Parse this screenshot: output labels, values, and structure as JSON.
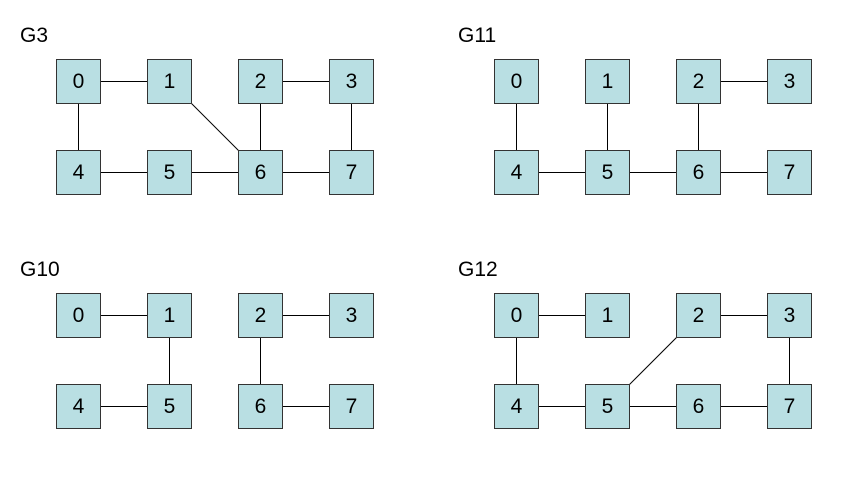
{
  "graphs": [
    {
      "title": "G3",
      "nodes": [
        "0",
        "1",
        "2",
        "3",
        "4",
        "5",
        "6",
        "7"
      ],
      "edges": [
        [
          0,
          1
        ],
        [
          2,
          3
        ],
        [
          0,
          4
        ],
        [
          1,
          6
        ],
        [
          2,
          6
        ],
        [
          3,
          7
        ],
        [
          4,
          5
        ],
        [
          5,
          6
        ],
        [
          6,
          7
        ]
      ]
    },
    {
      "title": "G11",
      "nodes": [
        "0",
        "1",
        "2",
        "3",
        "4",
        "5",
        "6",
        "7"
      ],
      "edges": [
        [
          2,
          3
        ],
        [
          0,
          4
        ],
        [
          1,
          5
        ],
        [
          2,
          6
        ],
        [
          4,
          5
        ],
        [
          5,
          6
        ],
        [
          6,
          7
        ]
      ]
    },
    {
      "title": "G10",
      "nodes": [
        "0",
        "1",
        "2",
        "3",
        "4",
        "5",
        "6",
        "7"
      ],
      "edges": [
        [
          0,
          1
        ],
        [
          2,
          3
        ],
        [
          1,
          5
        ],
        [
          2,
          6
        ],
        [
          4,
          5
        ],
        [
          6,
          7
        ]
      ]
    },
    {
      "title": "G12",
      "nodes": [
        "0",
        "1",
        "2",
        "3",
        "4",
        "5",
        "6",
        "7"
      ],
      "edges": [
        [
          0,
          1
        ],
        [
          2,
          3
        ],
        [
          0,
          4
        ],
        [
          2,
          5
        ],
        [
          3,
          7
        ],
        [
          4,
          5
        ],
        [
          5,
          6
        ],
        [
          6,
          7
        ]
      ]
    }
  ],
  "colors": {
    "node_fill": "#b9dfe3",
    "node_border": "#333333",
    "edge": "#000000"
  }
}
